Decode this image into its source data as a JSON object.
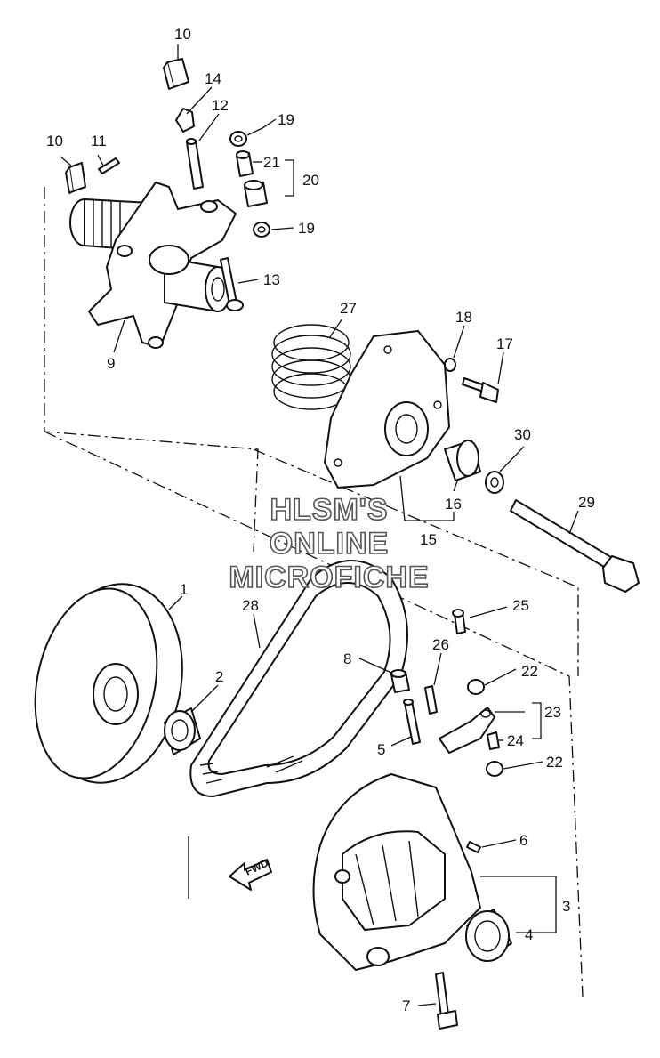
{
  "diagram": {
    "watermark": [
      "HLSM'S",
      "ONLINE",
      "MICROFICHE"
    ],
    "direction_label": "FWD",
    "callouts": {
      "c1": "1",
      "c2": "2",
      "c3": "3",
      "c4": "4",
      "c5": "5",
      "c6": "6",
      "c7": "7",
      "c8": "8",
      "c9": "9",
      "c10a": "10",
      "c10b": "10",
      "c11": "11",
      "c12": "12",
      "c13": "13",
      "c14": "14",
      "c15": "15",
      "c16": "16",
      "c17": "17",
      "c18": "18",
      "c19a": "19",
      "c19b": "19",
      "c20": "20",
      "c21": "21",
      "c22a": "22",
      "c22b": "22",
      "c23": "23",
      "c24": "24",
      "c25": "25",
      "c26": "26",
      "c27": "27",
      "c28": "28",
      "c29": "29",
      "c30": "30"
    }
  }
}
